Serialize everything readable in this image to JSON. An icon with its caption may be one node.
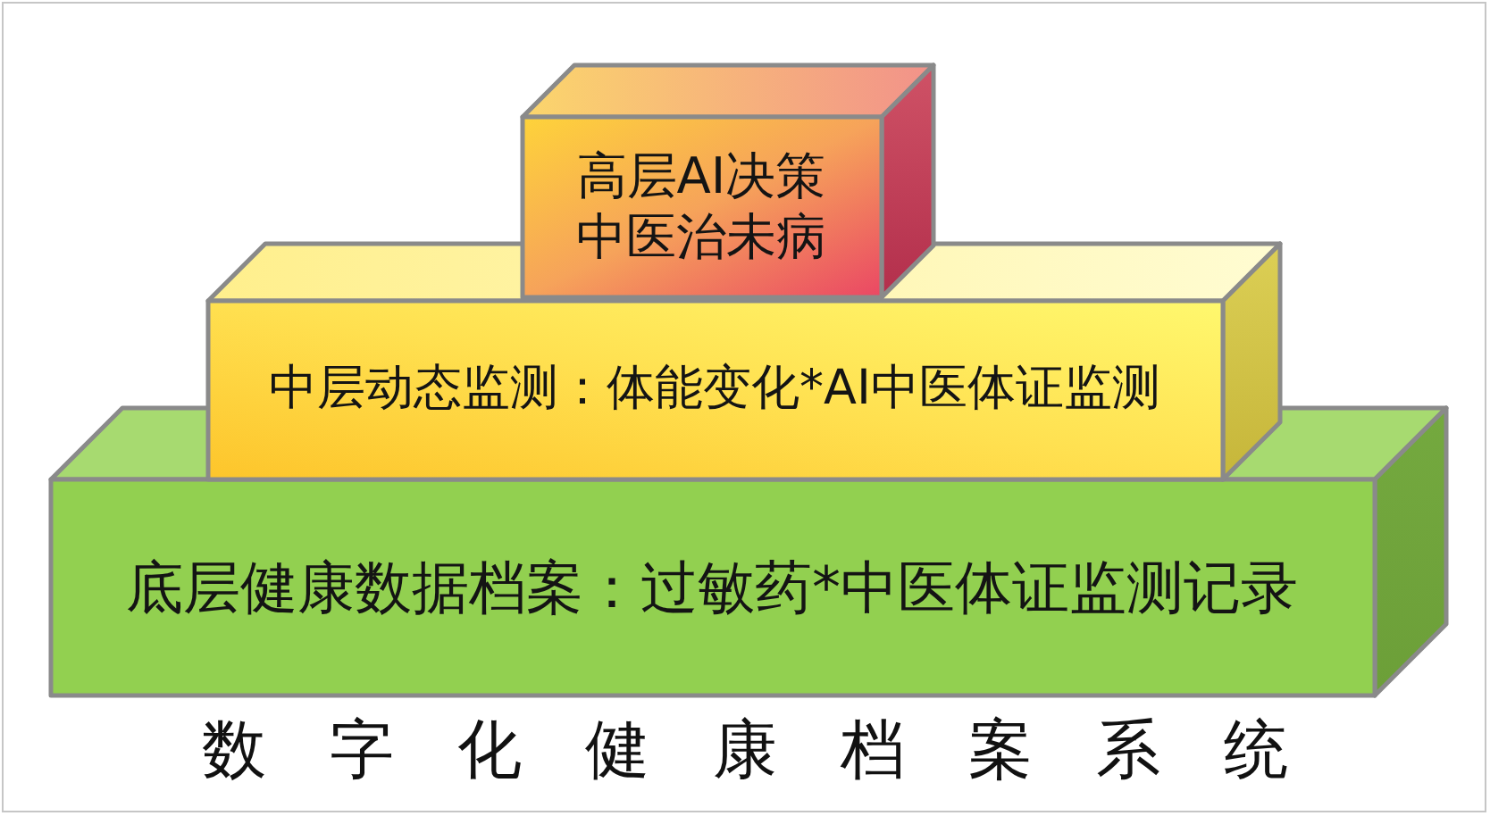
{
  "diagram": {
    "caption": "数 字 化 健 康 档 案 系 统",
    "nodes": [
      {
        "text": [
          "高层AI决策",
          "中医治未病"
        ]
      },
      {
        "text": [
          "中层动态监测：体能变化*AI中医体证监测"
        ]
      },
      {
        "text": [
          "底层健康数据档案：过敏药*中医体证监测记录"
        ]
      }
    ]
  }
}
